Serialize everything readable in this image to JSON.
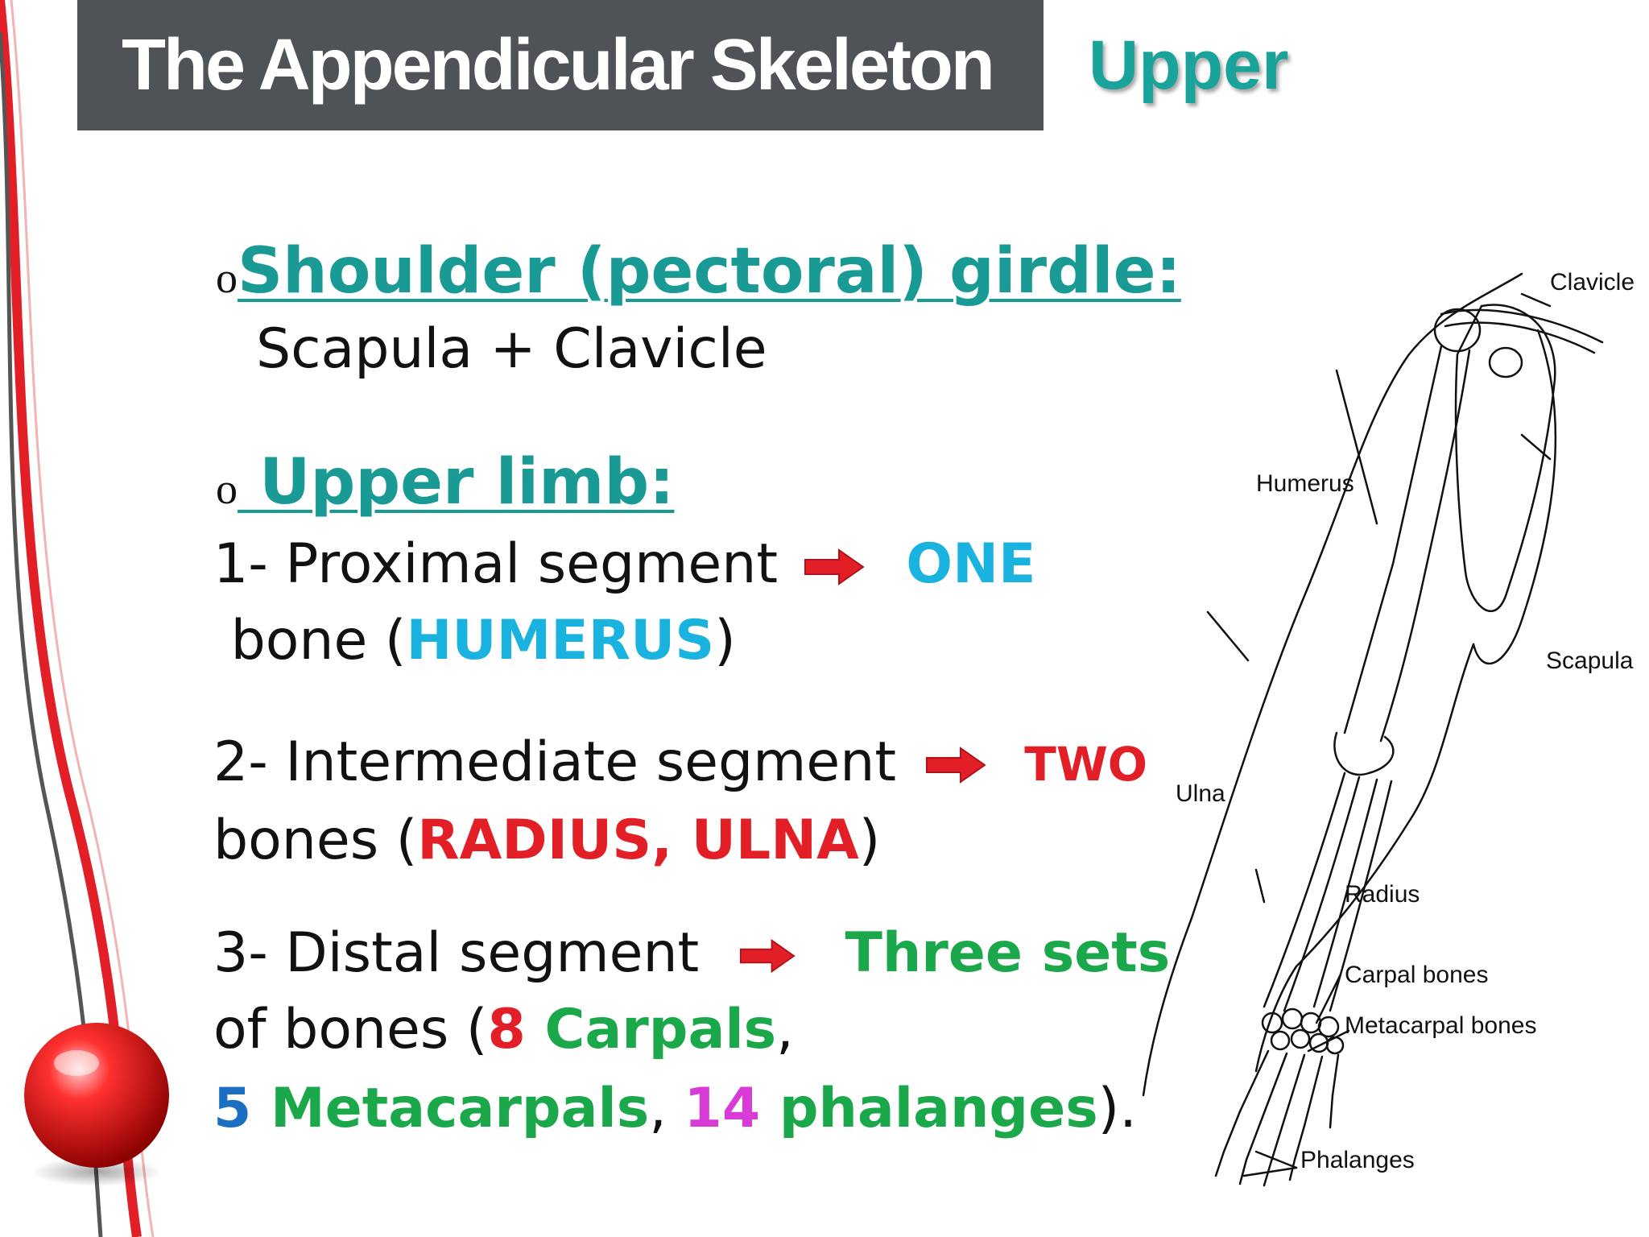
{
  "header": {
    "title": "The Appendicular Skeleton",
    "section": "Upper"
  },
  "girdle": {
    "bullet": "o",
    "heading": "Shoulder (pectoral) girdle:",
    "bones": "Scapula +  Clavicle"
  },
  "limb": {
    "bullet": "o",
    "heading": " Upper limb:",
    "proximal": {
      "prefix": "1- Proximal segment",
      "count": "ONE",
      "line2_start": " bone (",
      "bone": "HUMERUS",
      "line2_end": ")"
    },
    "intermediate": {
      "prefix": "2- Intermediate segment",
      "count": "TWO",
      "line2_start": "bones (",
      "bones": "RADIUS, ULNA",
      "line2_end": ")"
    },
    "distal": {
      "prefix": "3- Distal segment",
      "count": "Three sets",
      "line2_start": "of bones (",
      "carpal_count": "8",
      "carpal_label": " Carpals",
      "comma1": ",",
      "metacarpal_count": "5",
      "metacarpal_label": " Metacarpals",
      "comma2": ", ",
      "phalanx_count": "14",
      "phalanx_label": " phalanges",
      "line3_end": ")."
    }
  },
  "diagram": {
    "labels": {
      "clavicle": "Clavicle",
      "humerus": "Humerus",
      "scapula": "Scapula",
      "ulna": "Ulna",
      "radius": "Radius",
      "carpal": "Carpal bones",
      "metacarpal": "Metacarpal bones",
      "phalanges": "Phalanges"
    }
  },
  "colors": {
    "title_bar": "#4f5357",
    "teal": "#1aa39a",
    "cyan": "#1ab3e0",
    "red": "#e21f26",
    "green": "#1aa84a",
    "blue": "#1a6fc2",
    "magenta": "#d83bd6"
  }
}
